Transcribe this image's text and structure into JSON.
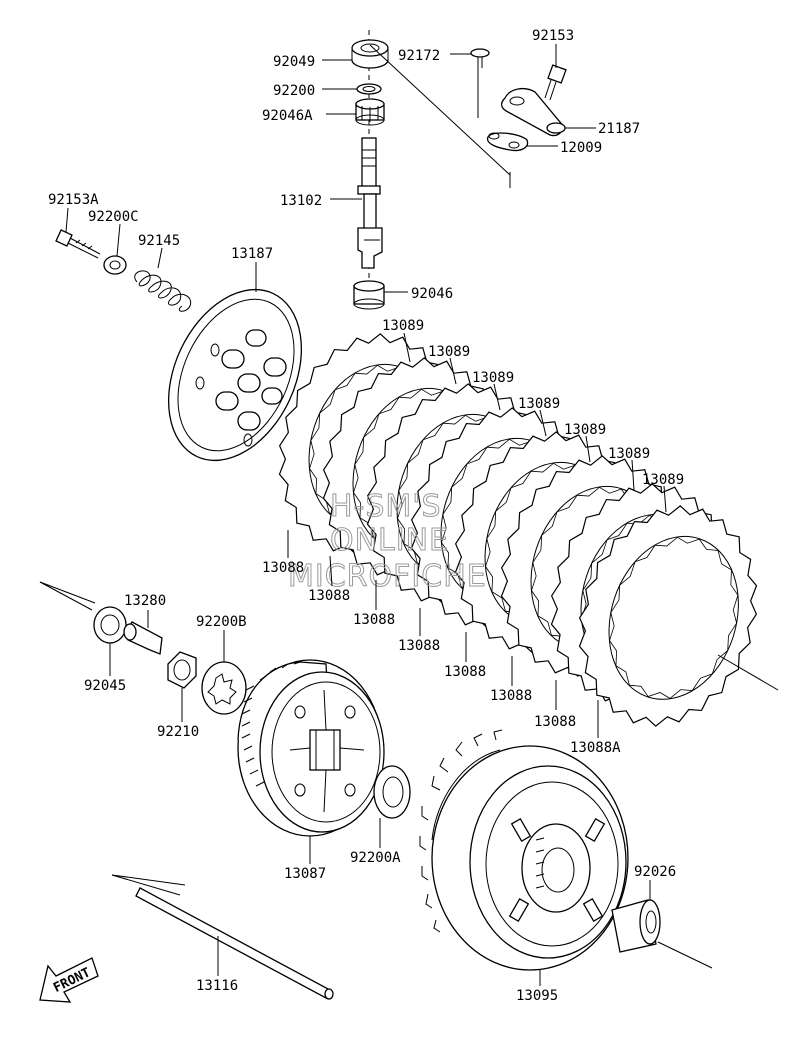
{
  "diagram": {
    "labels": {
      "p92049": "92049",
      "p92200": "92200",
      "p92046A": "92046A",
      "p13102": "13102",
      "p92046": "92046",
      "p92172": "92172",
      "p92153": "92153",
      "p21187": "21187",
      "p12009": "12009",
      "p92153A": "92153A",
      "p92200C": "92200C",
      "p92145": "92145",
      "p13187": "13187",
      "p13089_1": "13089",
      "p13089_2": "13089",
      "p13089_3": "13089",
      "p13089_4": "13089",
      "p13089_5": "13089",
      "p13089_6": "13089",
      "p13089_7": "13089",
      "p13088_1": "13088",
      "p13088_2": "13088",
      "p13088_3": "13088",
      "p13088_4": "13088",
      "p13088_5": "13088",
      "p13088_6": "13088",
      "p13088_7": "13088",
      "p13088A": "13088A",
      "p13280": "13280",
      "p92045": "92045",
      "p92200B": "92200B",
      "p92210": "92210",
      "p13087": "13087",
      "p92200A": "92200A",
      "p92026": "92026",
      "p13095": "13095",
      "p13116": "13116"
    },
    "watermark": [
      "H-SM'S",
      "ONLINE",
      "MICROFICHE"
    ],
    "front_arrow": "FRONT"
  }
}
